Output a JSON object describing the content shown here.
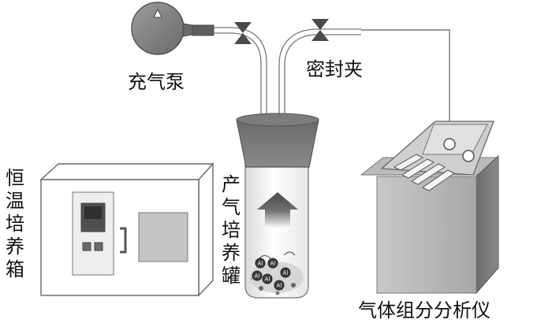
{
  "labels": {
    "pump": "充气泵",
    "clamp": "密封夹",
    "incubator": "恒温培养箱",
    "jar": "产气培养罐",
    "analyzer": "气体组分分析仪"
  },
  "particles": [
    "Al",
    "Al",
    "Al",
    "Al",
    "Al",
    "Al"
  ]
}
